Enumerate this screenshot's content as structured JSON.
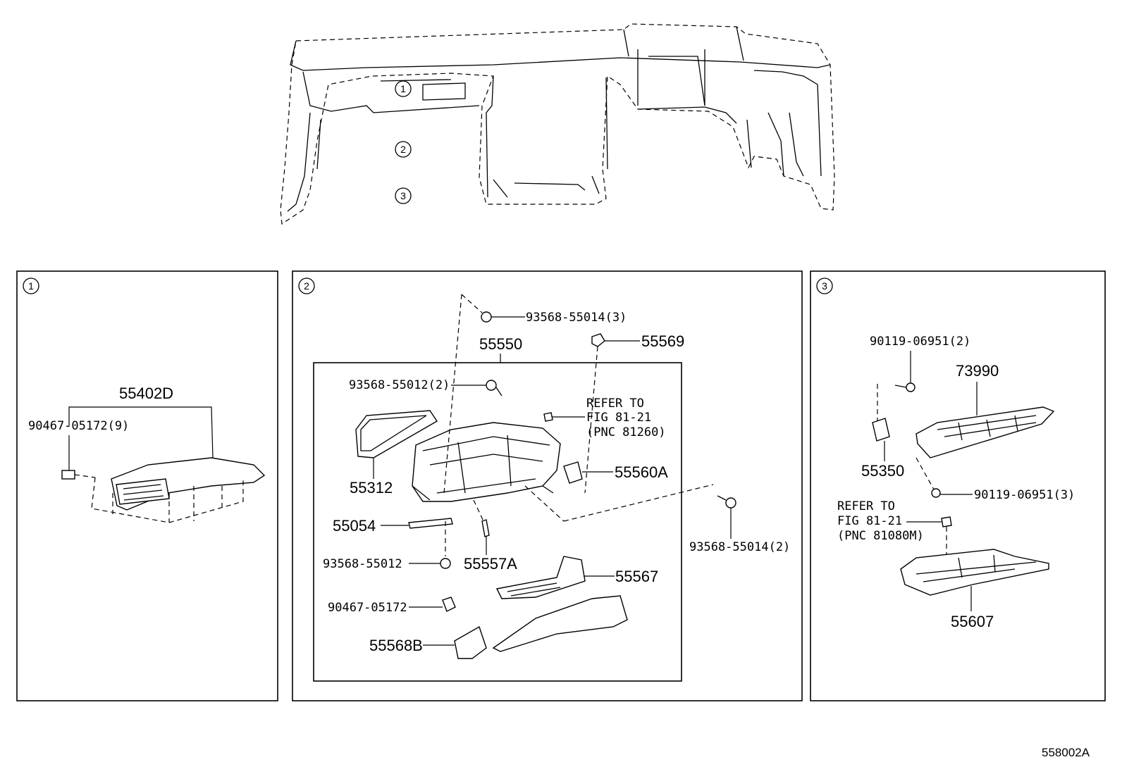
{
  "overview": {
    "callouts": [
      "1",
      "2",
      "3"
    ]
  },
  "panels": [
    {
      "id": "1",
      "labels": {
        "p55402D": "55402D",
        "p90467_9": "90467-05172(9)"
      }
    },
    {
      "id": "2",
      "labels": {
        "p93568_55014_3": "93568-55014(3)",
        "p55550": "55550",
        "p55569": "55569",
        "p93568_55012_2": "93568-55012(2)",
        "refer_a_1": "REFER TO",
        "refer_a_2": "FIG 81-21",
        "refer_a_3": "(PNC 81260)",
        "p55312": "55312",
        "p55560A": "55560A",
        "p55054": "55054",
        "p55557A": "55557A",
        "p93568_55012": "93568-55012",
        "p55567": "55567",
        "p93568_55014_2": "93568-55014(2)",
        "p90467_05172": "90467-05172",
        "p55568B": "55568B"
      }
    },
    {
      "id": "3",
      "labels": {
        "p90119_2": "90119-06951(2)",
        "p73990": "73990",
        "p55350": "55350",
        "p90119_3": "90119-06951(3)",
        "refer_b_1": "REFER TO",
        "refer_b_2": "FIG 81-21",
        "refer_b_3": "(PNC 81080M)",
        "p55607": "55607"
      }
    }
  ],
  "diagram_code": "558002A"
}
